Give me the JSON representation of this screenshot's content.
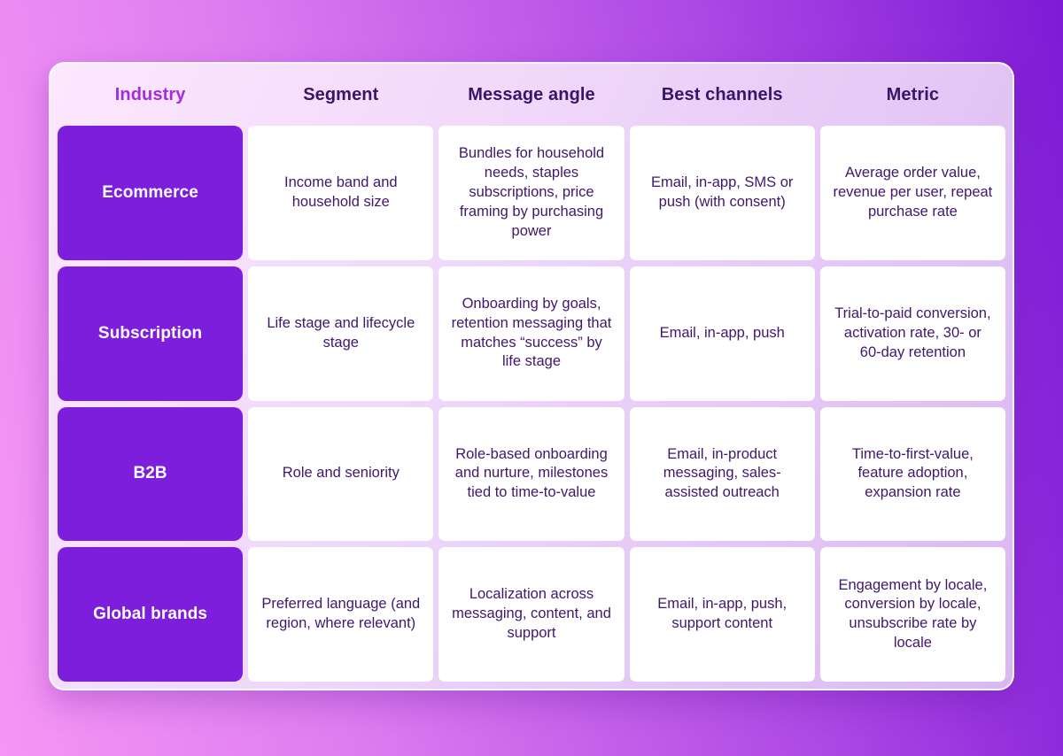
{
  "table": {
    "headers": [
      "Industry",
      "Segment",
      "Message angle",
      "Best channels",
      "Metric"
    ],
    "rows": [
      {
        "industry": "Ecommerce",
        "segment": "Income band and household size",
        "message_angle": "Bundles for household needs, staples subscriptions, price framing by purchasing power",
        "best_channels": "Email, in-app, SMS or push (with consent)",
        "metric": "Average order value, revenue per user, repeat purchase rate"
      },
      {
        "industry": "Subscription",
        "segment": "Life stage and lifecycle stage",
        "message_angle": "Onboarding by goals, retention messaging that matches “success” by life stage",
        "best_channels": "Email, in-app, push",
        "metric": "Trial-to-paid conversion, activation rate, 30- or 60-day retention"
      },
      {
        "industry": "B2B",
        "segment": "Role and seniority",
        "message_angle": "Role-based onboarding and nurture, milestones tied to time-to-value",
        "best_channels": "Email, in-product messaging, sales-assisted outreach",
        "metric": "Time-to-first-value, feature adoption, expansion rate"
      },
      {
        "industry": "Global brands",
        "segment": "Preferred language (and region, where relevant)",
        "message_angle": "Localization across messaging, content, and support",
        "best_channels": "Email, in-app, push, support content",
        "metric": "Engagement by locale, conversion by locale, unsubscribe rate by locale"
      }
    ]
  },
  "colors": {
    "background_gradient_start": "#f596f5",
    "background_gradient_end": "#7d1ad6",
    "card_gradient_start": "#fce8fd",
    "card_gradient_end": "#d9b8f1",
    "row_header_bg": "#7e1edd",
    "accent_header_text": "#a42ce0",
    "header_text": "#3a1468",
    "cell_text": "#41176b",
    "cell_bg": "#ffffff"
  }
}
